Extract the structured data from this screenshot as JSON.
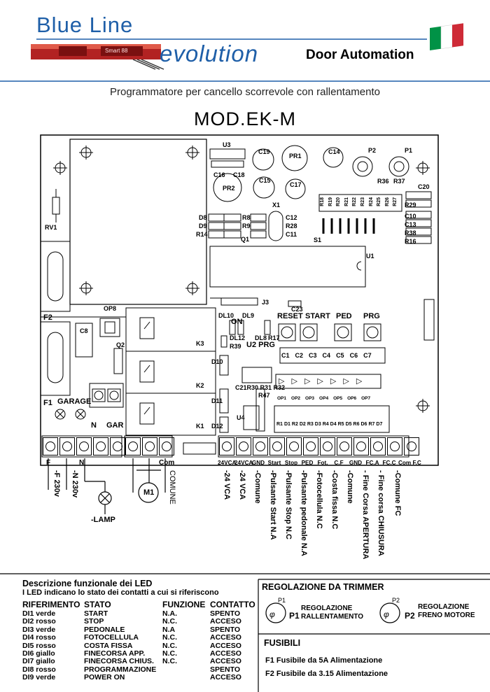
{
  "header": {
    "brand_line1": "Blue Line",
    "brand_line2": "evolution",
    "brand_line3": "Door Automation",
    "strip_text": "Smart 88",
    "subtitle": "Programmatore per cancello scorrevole con rallentamento",
    "model": "MOD.EK-M",
    "flag_colors": [
      "#009246",
      "#ffffff",
      "#ce2b37"
    ],
    "accent_color": "#1f5fa8"
  },
  "board": {
    "buttons": [
      "RESET",
      "START",
      "PED",
      "PRG"
    ],
    "labels": {
      "f1": "F1",
      "f2": "F2",
      "garage": "GARAGE",
      "n": "N",
      "gar": "GAR",
      "on": "ON",
      "u2prg": "U2 PRG",
      "u1": "U1",
      "s1": "S1",
      "x1": "X1",
      "q1": "Q1",
      "q2": "Q2",
      "u3": "U3",
      "j3": "J3",
      "op8": "OP8",
      "c8": "C8",
      "rv1": "RV1",
      "k1": "K1",
      "k2": "K2",
      "k3": "K3",
      "u4": "U4",
      "m1": "M1",
      "lamp": "-LAMP",
      "p1": "P1",
      "p2": "P2",
      "pr1": "PR1",
      "pr2": "PR2",
      "c19": "C19",
      "c14": "C14",
      "c15": "C15",
      "c16": "C16",
      "c18": "C18",
      "c17": "C17",
      "r36": "R36",
      "r37": "R37",
      "c20": "C20",
      "r29": "R29",
      "c10": "C10",
      "c13": "C13",
      "r38": "R38",
      "r16": "R16",
      "d8": "D8",
      "d9": "D9",
      "r14": "R14",
      "r8": "R8",
      "r9": "R9",
      "c12": "C12",
      "r28": "R28",
      "c11": "C11",
      "dl10": "DL10",
      "dl9": "DL9",
      "dl12": "DL12",
      "dl8": "DL8",
      "r17": "R17",
      "r39": "R39",
      "c23": "C23",
      "d10": "D10",
      "d11": "D11",
      "d12": "D12",
      "r47": "R47",
      "c21r30": "C21R30 R31 R32"
    },
    "c_caps": [
      "C1",
      "C2",
      "C3",
      "C4",
      "C5",
      "C6",
      "C7"
    ],
    "resistors_top": [
      "R18",
      "R19",
      "R20",
      "R21",
      "R22",
      "R23",
      "R24",
      "R25",
      "R26",
      "R27"
    ],
    "op_labels": [
      "OP1",
      "OP2",
      "OP3",
      "OP4",
      "OP5",
      "OP6",
      "OP7"
    ],
    "dr_labels": [
      "R1",
      "D1",
      "R2",
      "D2",
      "R3",
      "D3",
      "R4",
      "D4",
      "R5",
      "D5",
      "R6",
      "D6",
      "R7",
      "D7"
    ]
  },
  "terminals": {
    "left_labels": [
      "F",
      "N",
      "Com"
    ],
    "right_labels": [
      "24VCA",
      "24VCA",
      "GND",
      "Start",
      "Stop",
      "PED",
      "Fot.",
      "C.F",
      "GND",
      "FC.A",
      "FC.C",
      "Com F.C"
    ]
  },
  "wiring_labels": [
    "-F  230v",
    "-N  230v",
    "COMUNE",
    "-24 VCA",
    "-24 VCA",
    "-Comune",
    "-Pulsante Start N.A",
    "-Pulsante Stop N.C",
    "-Pulsante pedonale N.A",
    "-Fotocellula N.C",
    "-Costa fissa N.C",
    "-Comune",
    "- Fine Corsa APERTURA",
    "- Fine corsa CHIUSURA",
    "-Comune FC"
  ],
  "led_table": {
    "title": "Descrizione funzionale dei LED",
    "subtitle": "I LED indicano lo stato dei contatti a cui si riferiscono",
    "headers": [
      "RIFERIMENTO",
      "STATO",
      "FUNZIONE",
      "CONTATTO"
    ],
    "rows": [
      [
        "DI1 verde",
        "START",
        "N.A.",
        "SPENTO"
      ],
      [
        "DI2 rosso",
        "STOP",
        "N.C.",
        "ACCESO"
      ],
      [
        "DI3 verde",
        "PEDONALE",
        "N.A",
        "SPENTO"
      ],
      [
        "DI4 rosso",
        "FOTOCELLULA",
        "N.C.",
        "ACCESO"
      ],
      [
        "DI5 rosso",
        "COSTA FISSA",
        "N.C.",
        "ACCESO"
      ],
      [
        "DI6 giallo",
        "FINECORSA APP.",
        "N.C.",
        "ACCESO"
      ],
      [
        "DI7 giallo",
        "FINECORSA CHIUS.",
        "N.C.",
        "ACCESO"
      ],
      [
        "DI8 rosso",
        "PROGRAMMAZIONE",
        "",
        "SPENTO"
      ],
      [
        "DI9 verde",
        "POWER ON",
        "",
        "ACCESO"
      ]
    ]
  },
  "trimmer": {
    "title": "REGOLAZIONE DA TRIMMER",
    "p1_small": "P1",
    "p1_label": "P1",
    "p1_text1": "REGOLAZIONE",
    "p1_text2": "RALLENTAMENTO",
    "p2_small": "P2",
    "p2_label": "P2",
    "p2_text1": "REGOLAZIONE",
    "p2_text2": "FRENO MOTORE"
  },
  "fusibili": {
    "title": "FUSIBILI",
    "f1": "F1 Fusibile da 5A Alimentazione",
    "f2": "F2 Fusibile da 3.15 Alimentazione"
  }
}
